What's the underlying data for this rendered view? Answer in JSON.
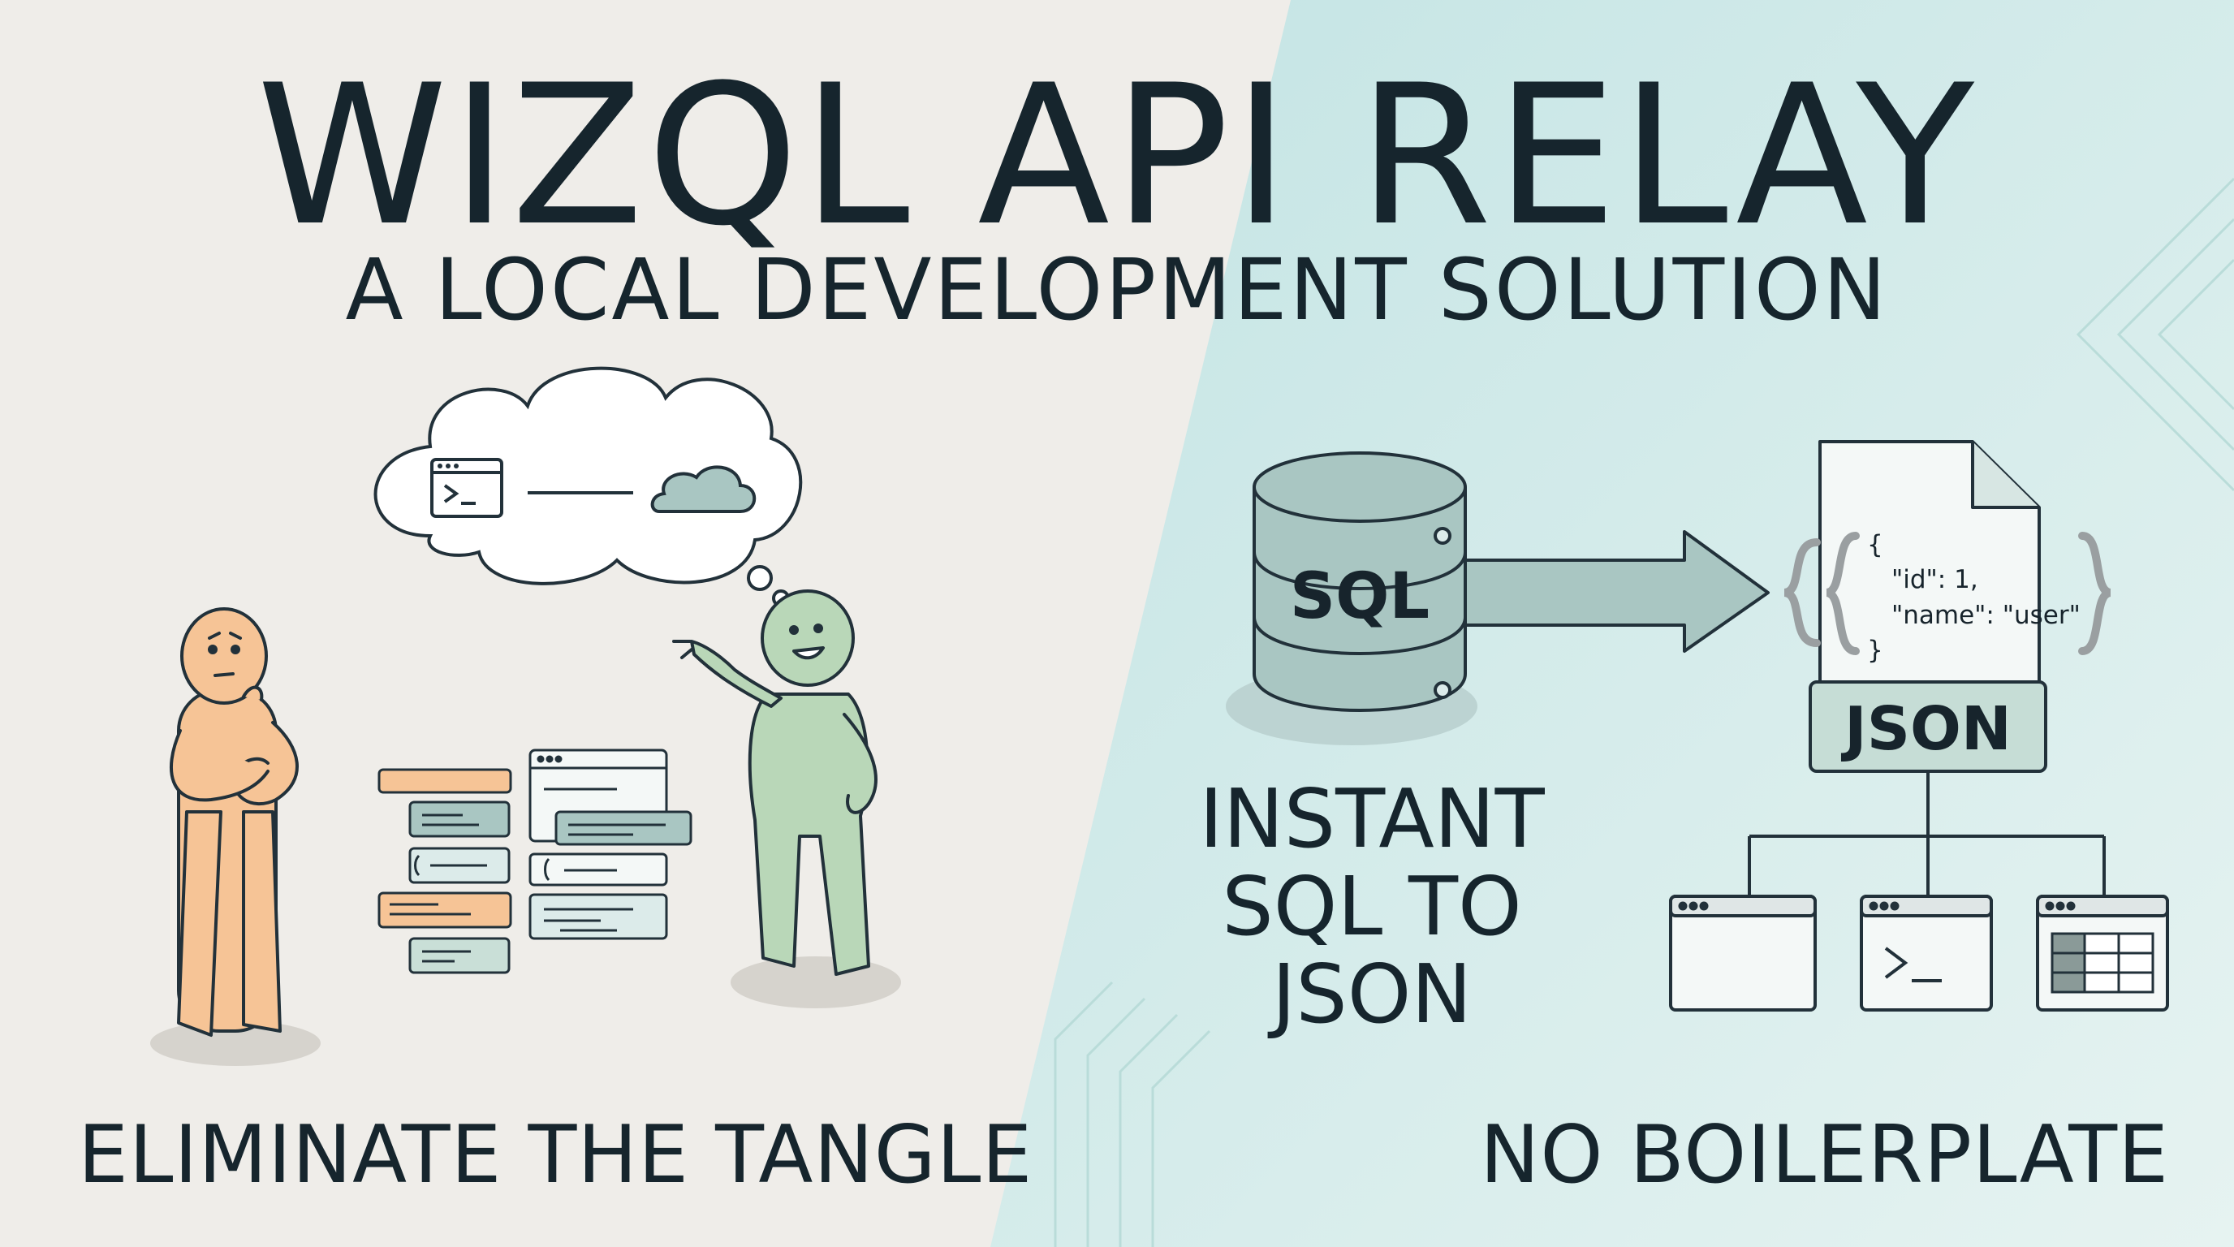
{
  "title": "WIZQL API RELAY",
  "subtitle": "A LOCAL DEVELOPMENT SOLUTION",
  "left_caption": "ELIMINATE THE TANGLE",
  "right_caption": "NO BOILERPLATE",
  "center_caption": "INSTANT\nSQL TO\nJSON",
  "database_label": "SQL",
  "json_label": "JSON",
  "code_lines": [
    "{",
    "\"id\": 1,",
    "\"name\": \"user\"",
    "}"
  ],
  "icons": [
    "terminal-window-icon",
    "cloud-icon",
    "database-icon",
    "arrow-right-icon",
    "document-icon",
    "browser-window-icon",
    "terminal-icon",
    "table-icon"
  ],
  "colors": {
    "left_background": "#efede9",
    "right_background": "#d6ecec",
    "person_confused": "#f6c496",
    "person_happy": "#b9d7b8",
    "accent_teal": "#a9ccc6",
    "database": "#a9c6c2",
    "ink": "#17242c"
  }
}
